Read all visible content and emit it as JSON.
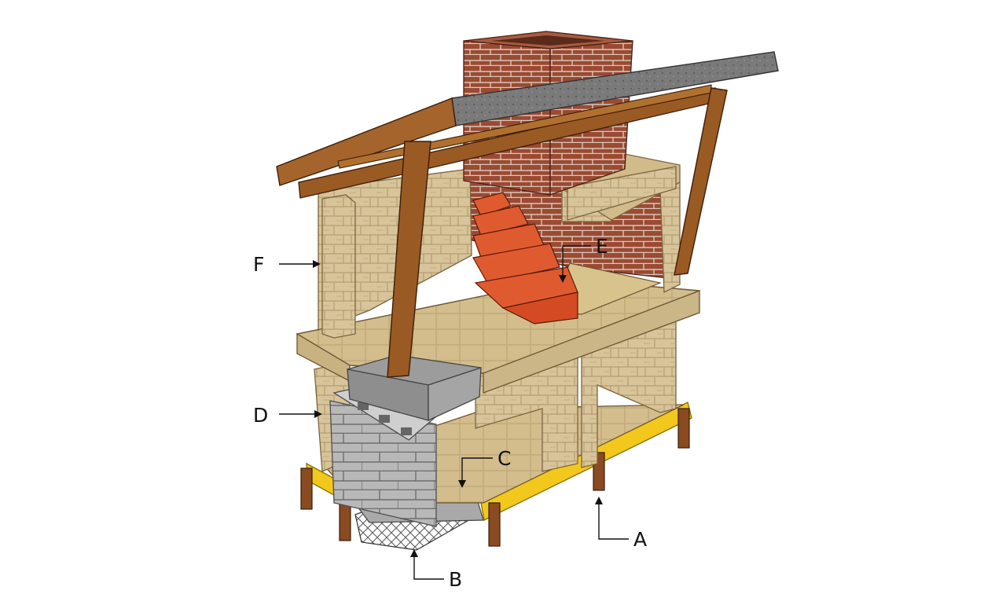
{
  "diagram": {
    "labels": {
      "A": "A",
      "B": "B",
      "C": "C",
      "D": "D",
      "E": "E",
      "F": "F"
    },
    "colors": {
      "background": "#ffffff",
      "roof_shingle": "#6f6f6f",
      "timber": "#9a5a24",
      "stone": "#d8c49a",
      "brick": "#9b4a33",
      "firebrick": "#e05a30",
      "concrete_block": "#b8b8b8",
      "form_board": "#f2c81c",
      "stake": "#8a4b22",
      "leader": "#111111"
    }
  }
}
